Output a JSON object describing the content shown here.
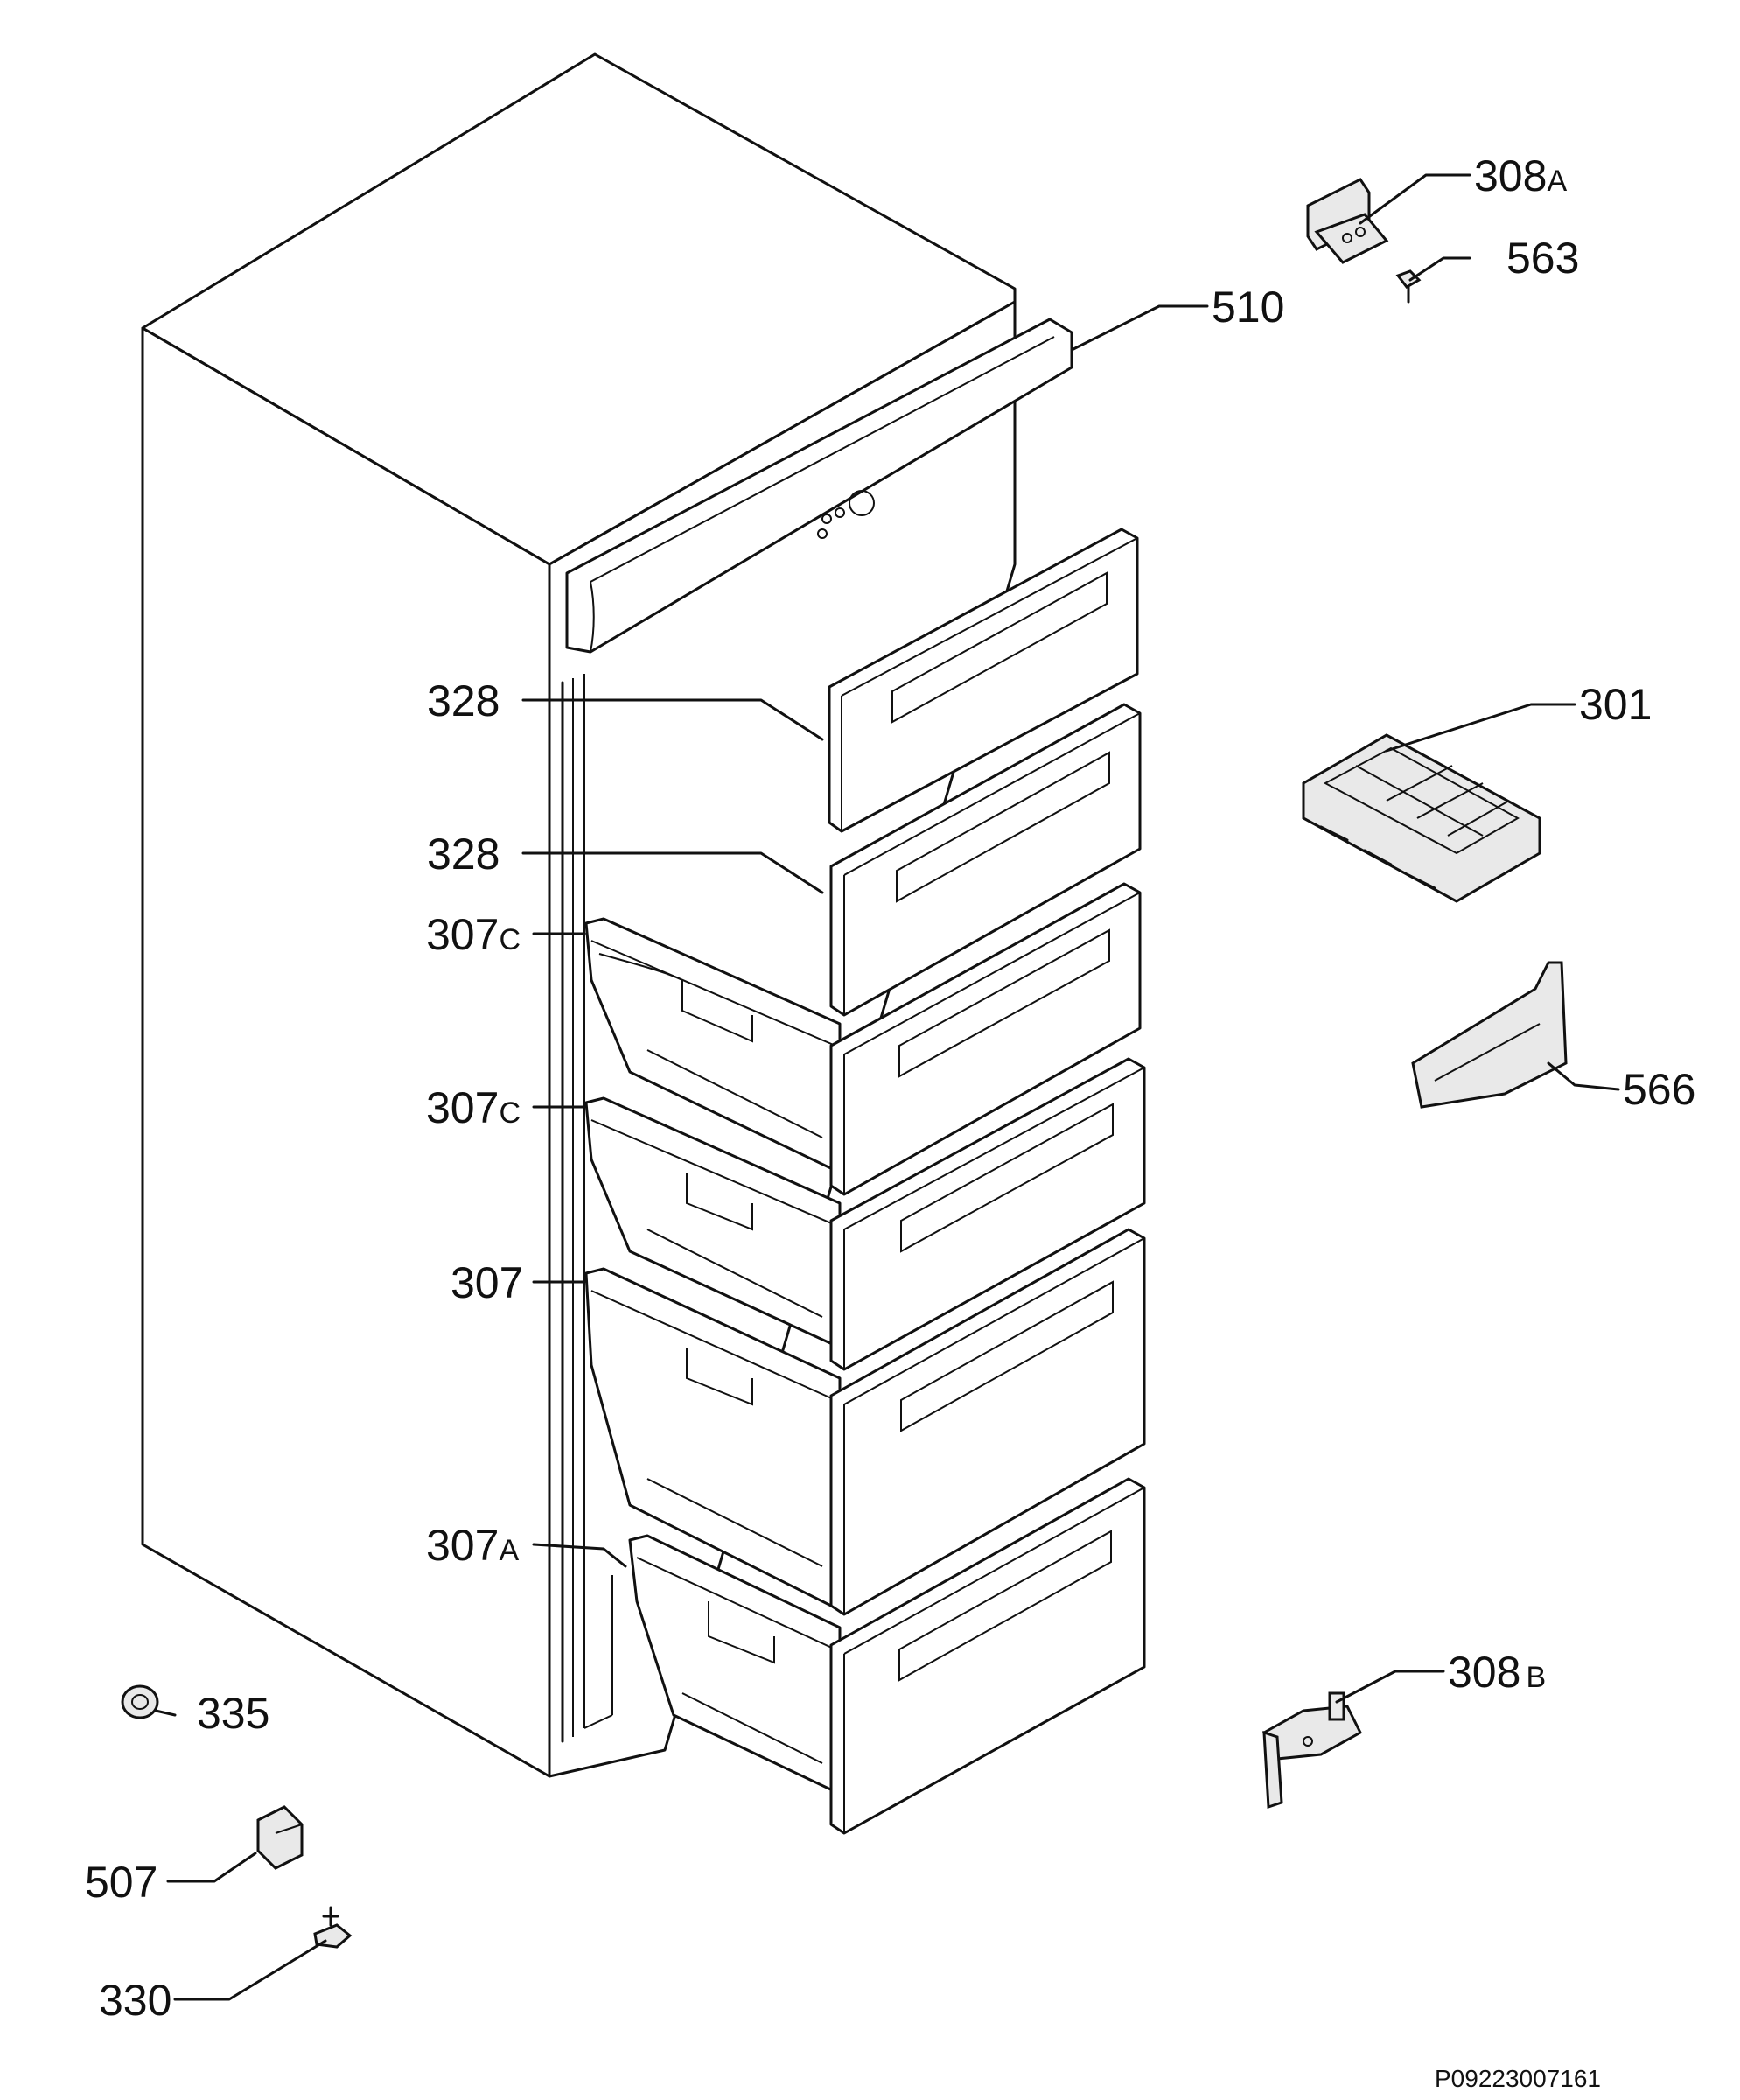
{
  "diagram": {
    "labels": {
      "p308a": {
        "num": "308",
        "suffix": "A"
      },
      "p563": {
        "num": "563"
      },
      "p510": {
        "num": "510"
      },
      "p301": {
        "num": "301"
      },
      "p328_top": {
        "num": "328"
      },
      "p328_second": {
        "num": "328"
      },
      "p307c_top": {
        "num": "307",
        "suffix": "C"
      },
      "p307c_second": {
        "num": "307",
        "suffix": "C"
      },
      "p566": {
        "num": "566"
      },
      "p307": {
        "num": "307"
      },
      "p307a": {
        "num": "307",
        "suffix": "A"
      },
      "p308b": {
        "num": "308",
        "suffix": "B"
      },
      "p335": {
        "num": "335"
      },
      "p507": {
        "num": "507"
      },
      "p330": {
        "num": "330"
      }
    },
    "reference_code": "P09223007161"
  }
}
